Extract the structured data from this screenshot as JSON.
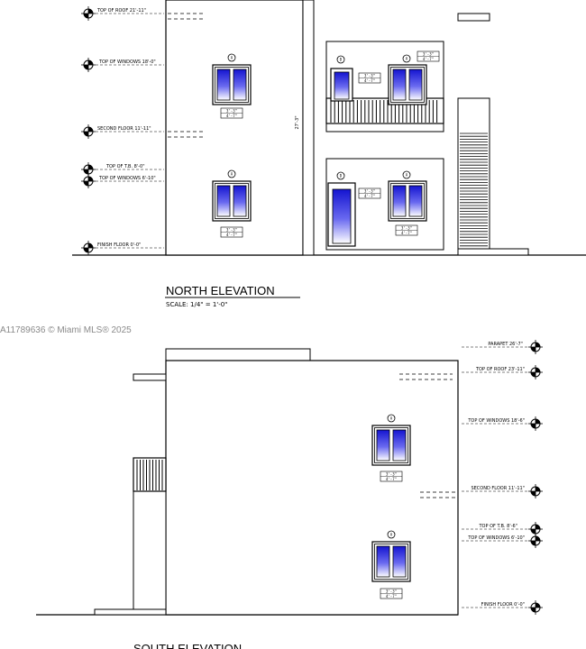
{
  "watermark": "A11789636 © Miami MLS® 2025",
  "north": {
    "title": "NORTH ELEVATION",
    "scale": "SCALE: 1/4\" = 1'-0\"",
    "height_dim": "27'-3\"",
    "levels": [
      {
        "label": "TOP OF ROOF 21'-11\""
      },
      {
        "label": "TOP OF WINDOWS 18'-0\""
      },
      {
        "label": "SECOND FLOOR 11'-11\""
      },
      {
        "label": "TOP OF T.B. 8'-0\""
      },
      {
        "label": "TOP OF WINDOWS 6'-10\""
      },
      {
        "label": "FINISH FLOOR 0'-0\""
      }
    ],
    "tags": {
      "window": "A",
      "door": "D"
    }
  },
  "south": {
    "title": "SOUTH ELEVATION",
    "levels": [
      {
        "label": "PARAPET 26'-7\""
      },
      {
        "label": "TOP OF ROOF 23'-11\""
      },
      {
        "label": "TOP OF WINDOWS 18'-6\""
      },
      {
        "label": "SECOND FLOOR 11'-11\""
      },
      {
        "label": "TOP OF T.B. 8'-6\""
      },
      {
        "label": "TOP OF WINDOWS 6'-10\""
      },
      {
        "label": "FINISH FLOOR 0'-0\""
      }
    ],
    "tags": {
      "window": "A"
    }
  },
  "window_note": [
    "3'-3\"",
    "4'-7\""
  ],
  "colors": {
    "line": "#000000",
    "glass_top": "#1414d0",
    "glass_bottom": "#ffffff",
    "watermark": "#8a8a8a"
  }
}
